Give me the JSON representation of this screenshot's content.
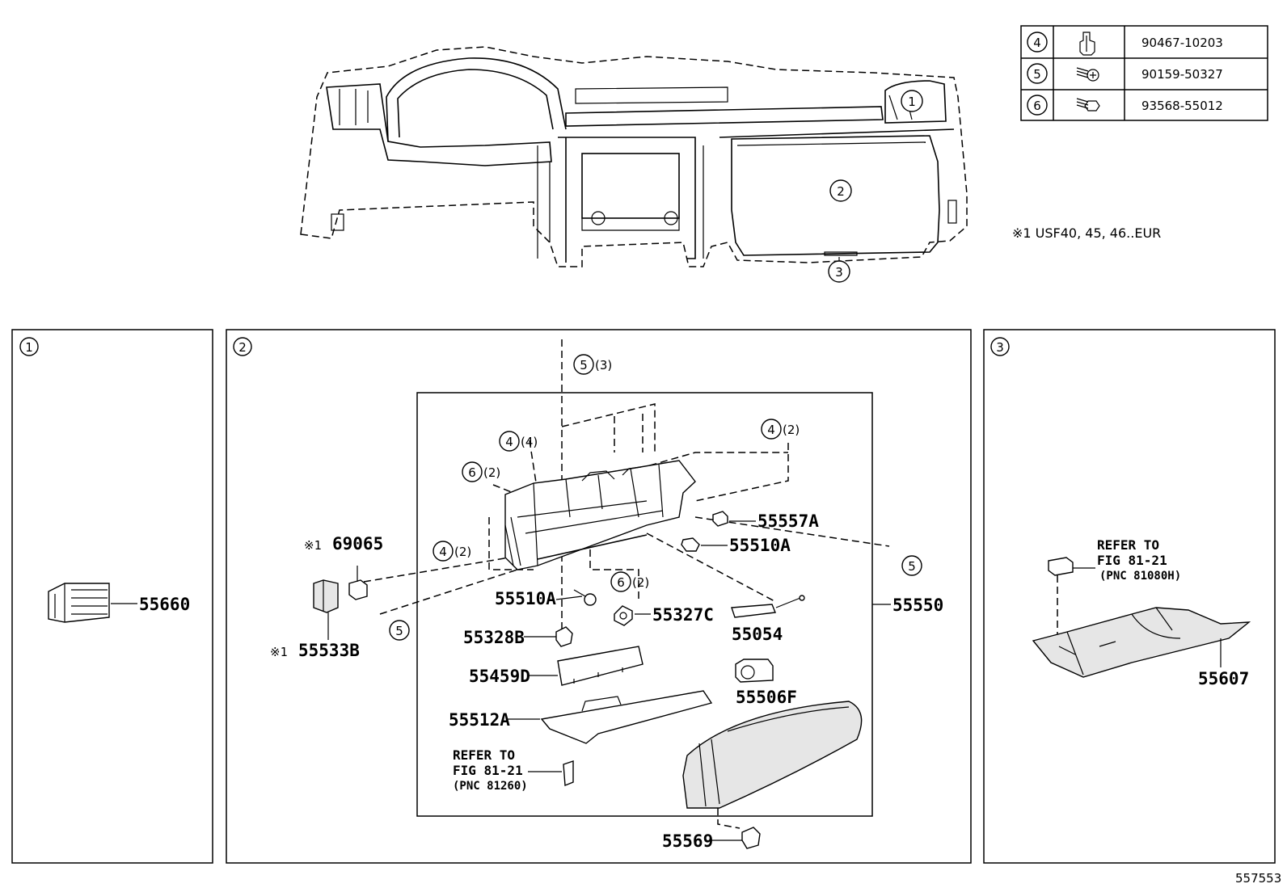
{
  "fastener_table": [
    {
      "ref": "4",
      "icon": "clip-icon",
      "part_no": "90467-10203"
    },
    {
      "ref": "5",
      "icon": "screw-icon",
      "part_no": "90159-50327"
    },
    {
      "ref": "6",
      "icon": "bolt-icon",
      "part_no": "93568-55012"
    }
  ],
  "overview": {
    "callouts": [
      "1",
      "2",
      "3"
    ],
    "note": "※1  USF40, 45, 46..EUR"
  },
  "panel1": {
    "ref": "1",
    "parts": [
      "55660"
    ]
  },
  "panel2": {
    "ref": "2",
    "refs": {
      "r5a": "5",
      "r5a_qty": "(3)",
      "r4a": "4",
      "r4a_qty": "(4)",
      "r4b": "4",
      "r4b_qty": "(2)",
      "r6a": "6",
      "r6a_qty": "(2)",
      "r4c": "4",
      "r4c_qty": "(2)",
      "r6b": "6",
      "r6b_qty": "(2)",
      "r5b": "5",
      "r5c": "5"
    },
    "parts": {
      "p55557A": "55557A",
      "p55510A_right": "55510A",
      "p55510A_left": "55510A",
      "p55327C": "55327C",
      "p55054": "55054",
      "p55328B": "55328B",
      "p55459D": "55459D",
      "p55506F": "55506F",
      "p55512A": "55512A",
      "p55550": "55550",
      "p55569": "55569",
      "p69065": "69065",
      "p55533B": "55533B",
      "mark": "※1"
    },
    "refer_text": [
      "REFER TO",
      "FIG 81-21",
      "(PNC 81260)"
    ]
  },
  "panel3": {
    "ref": "3",
    "parts": [
      "55607"
    ],
    "refer_text": [
      "REFER TO",
      "FIG 81-21",
      "(PNC 81080H)"
    ]
  },
  "figure_id": "557553"
}
